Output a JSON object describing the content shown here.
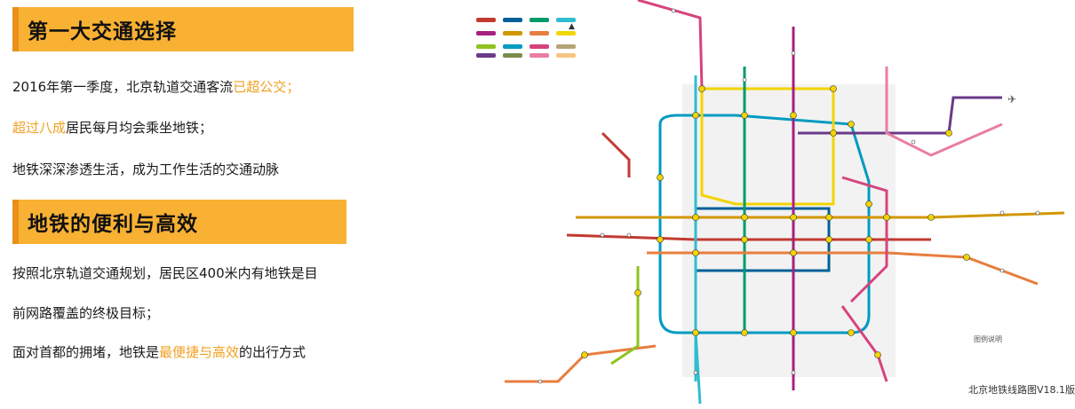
{
  "section1": {
    "title": "第一大交通选择",
    "line1_prefix": "2016年第一季度，北京轨道交通客流",
    "line1_highlight": "已超公交；",
    "line2_highlight": "超过八成",
    "line2_suffix": "居民每月均会乘坐地铁；",
    "line3": "地铁深深渗透生活，成为工作生活的交通动脉"
  },
  "section2": {
    "title": "地铁的便利与高效",
    "line1": "按照北京轨道交通规划，居民区400米内有地铁是目",
    "line2": "前网路覆盖的终极目标；",
    "line3_prefix": "面对首都的拥堵，地铁是",
    "line3_highlight": "最便捷与高效",
    "line3_suffix": "的出行方式"
  },
  "map": {
    "caption": "北京地铁线路图V18.1版",
    "legend_title": "图例说明",
    "line_colors": [
      "#c23a30",
      "#006098",
      "#009b6b",
      "#2fbcd0",
      "#a6217f",
      "#d29700",
      "#f6c582",
      "#e77e3f",
      "#8fc31f",
      "#009bc0",
      "#b5a476",
      "#d5447e",
      "#7a8e4b",
      "#f2d400",
      "#6b3a88"
    ]
  }
}
